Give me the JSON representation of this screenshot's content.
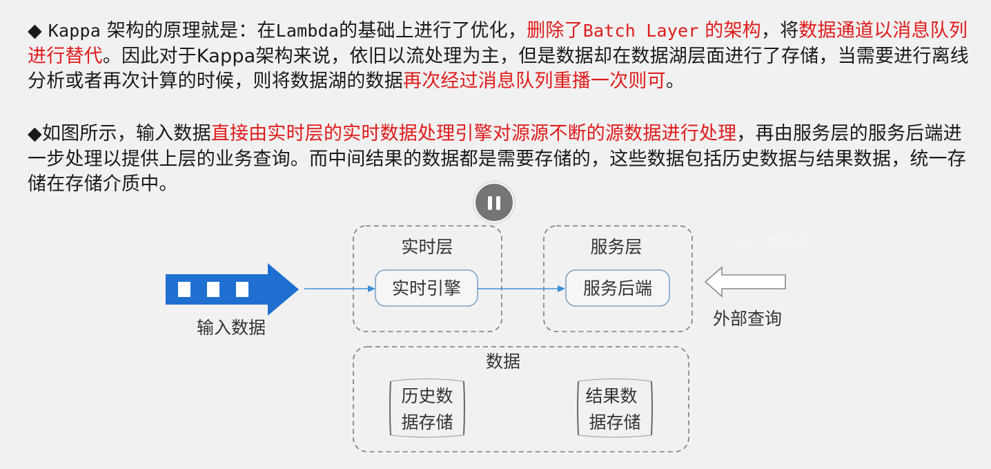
{
  "paragraph1": {
    "seg1": "◆ ",
    "seg2": "Kappa",
    "seg3": " 架构的原理就是：在",
    "seg4": "Lambda",
    "seg5": "的基础上进行了优化，",
    "seg6_hl": "删除了",
    "seg7_hl": "Batch Layer",
    "seg8_hl": " 的架构",
    "seg9": "，将",
    "seg10_hl": "数据通道以消息队列进行替代",
    "seg11": "。因此对于Kappa架构来说，依旧以流处理为主，但是数据却在数据湖层面进行了存储，当需要进行离线分析或者再次计算的时候，则将数据湖的数据",
    "seg12_hl": "再次经过消息队列重播一次则可",
    "seg13": "。"
  },
  "paragraph2": {
    "seg1": "◆如图所示，输入数据",
    "seg2_hl": "直接由实时层的实时数据处理引擎对源源不断的源数据进行处理",
    "seg3": "，再由服务层的服务后端进一步处理以提供上层的业务查询。而中间结果的数据都是需要存储的，这些数据包括历史数据与结果数据，统一存储在存储介质中。"
  },
  "diagram": {
    "input_label": "输入数据",
    "realtime_layer_title": "实时层",
    "realtime_engine": "实时引擎",
    "service_layer_title": "服务层",
    "service_backend": "服务后端",
    "external_query": "外部查询",
    "data_title": "数据",
    "history_storage_line1": "历史数",
    "history_storage_line2": "据存储",
    "result_storage_line1": "结果数",
    "result_storage_line2": "据存储",
    "input_arrow_color": "#1f6fd1",
    "flow_arrow_color": "#3b8fd8"
  },
  "watermark": "dcces-113405945",
  "player": {
    "pause_icon": "pause-icon"
  },
  "colors": {
    "highlight": "#e01b1b",
    "text": "#1a1a1a",
    "background": "#f1f1f1"
  }
}
